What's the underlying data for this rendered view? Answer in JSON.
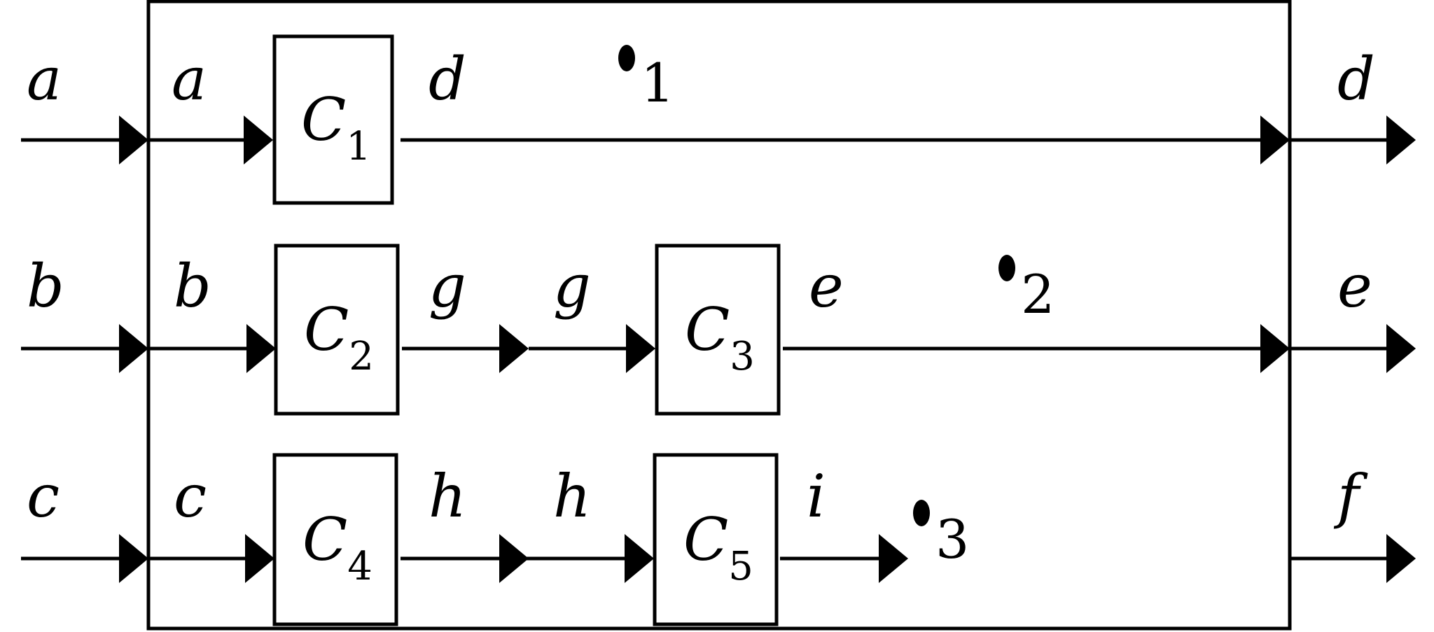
{
  "ports": {
    "inputs": [
      "a",
      "b",
      "c"
    ],
    "outputs": [
      "d",
      "e",
      "f"
    ]
  },
  "components": [
    {
      "letter": "C",
      "index": "1"
    },
    {
      "letter": "C",
      "index": "2"
    },
    {
      "letter": "C",
      "index": "3"
    },
    {
      "letter": "C",
      "index": "4"
    },
    {
      "letter": "C",
      "index": "5"
    }
  ],
  "wire_labels": {
    "row1": [
      "a",
      "a",
      "d",
      "d"
    ],
    "row2": [
      "b",
      "b",
      "g",
      "g",
      "e",
      "e"
    ],
    "row3": [
      "c",
      "c",
      "h",
      "h",
      "i",
      "f"
    ]
  },
  "markers": [
    "1",
    "2",
    "3"
  ]
}
